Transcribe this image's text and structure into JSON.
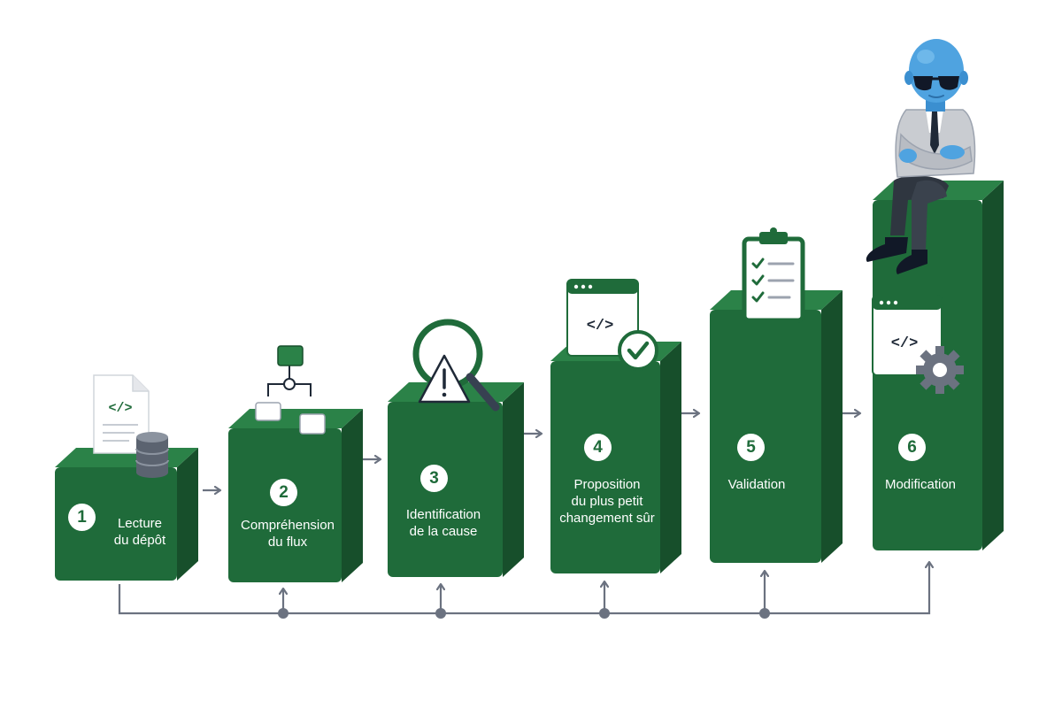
{
  "colors": {
    "block_front": "#1f6b3a",
    "block_side": "#174f2b",
    "block_top": "#2b8248",
    "connector": "#6b7280",
    "icon_stroke": "#1f6b3a",
    "robot_skin": "#4fa3e0"
  },
  "steps": [
    {
      "number": "1",
      "label": "Lecture\ndu dépôt",
      "icon": "code-file-database-icon"
    },
    {
      "number": "2",
      "label": "Compréhension\ndu flux",
      "icon": "flowchart-icon"
    },
    {
      "number": "3",
      "label": "Identification\nde la cause",
      "icon": "warning-magnifier-icon"
    },
    {
      "number": "4",
      "label": "Proposition\ndu plus petit\nchangement sûr",
      "icon": "code-window-check-icon"
    },
    {
      "number": "5",
      "label": "Validation",
      "icon": "checklist-clipboard-icon"
    },
    {
      "number": "6",
      "label": "Modification",
      "icon": "code-window-gear-icon"
    }
  ],
  "figure": {
    "name": "robot-figure-with-sunglasses"
  }
}
